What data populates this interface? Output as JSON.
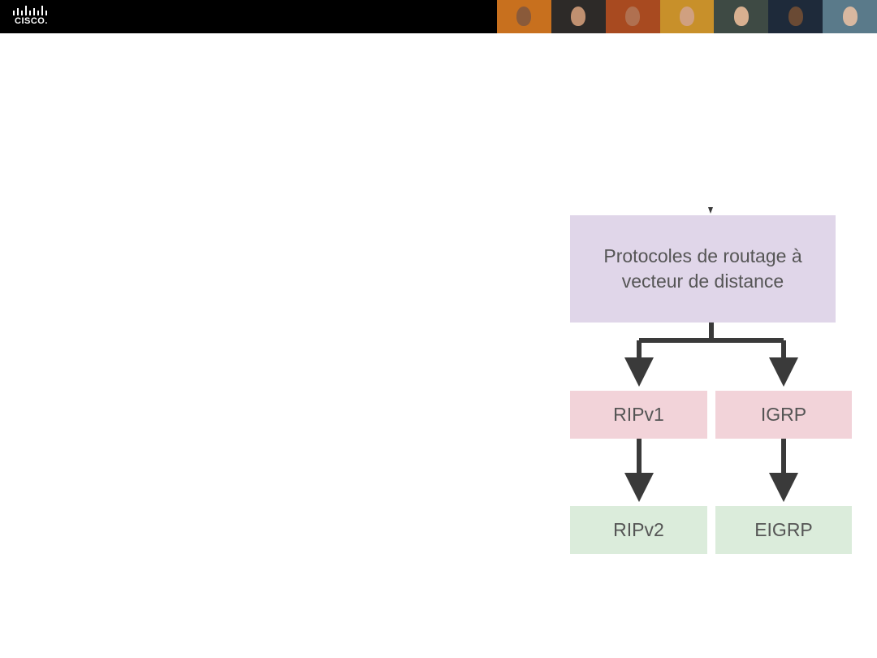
{
  "header": {
    "logo_text": "CISCO.",
    "photos": [
      {
        "bg": "#c8701e",
        "face": "#8a5a3a"
      },
      {
        "bg": "#2d2a28",
        "face": "#c09070"
      },
      {
        "bg": "#a84a20",
        "face": "#b07050"
      },
      {
        "bg": "#c8902a",
        "face": "#d0a080"
      },
      {
        "bg": "#3e4a44",
        "face": "#d8b090"
      },
      {
        "bg": "#1e2a3a",
        "face": "#6a4a34"
      },
      {
        "bg": "#5a7a8a",
        "face": "#d8b8a0"
      }
    ]
  },
  "diagram": {
    "root": "Protocoles de routage à vecteur de distance",
    "left_child": "RIPv1",
    "right_child": "IGRP",
    "left_grandchild": "RIPv2",
    "right_grandchild": "EIGRP",
    "colors": {
      "root": "#e0d6e9",
      "level1": "#f2d3d9",
      "level2": "#dbecdb",
      "arrow": "#3a3a3a"
    }
  }
}
